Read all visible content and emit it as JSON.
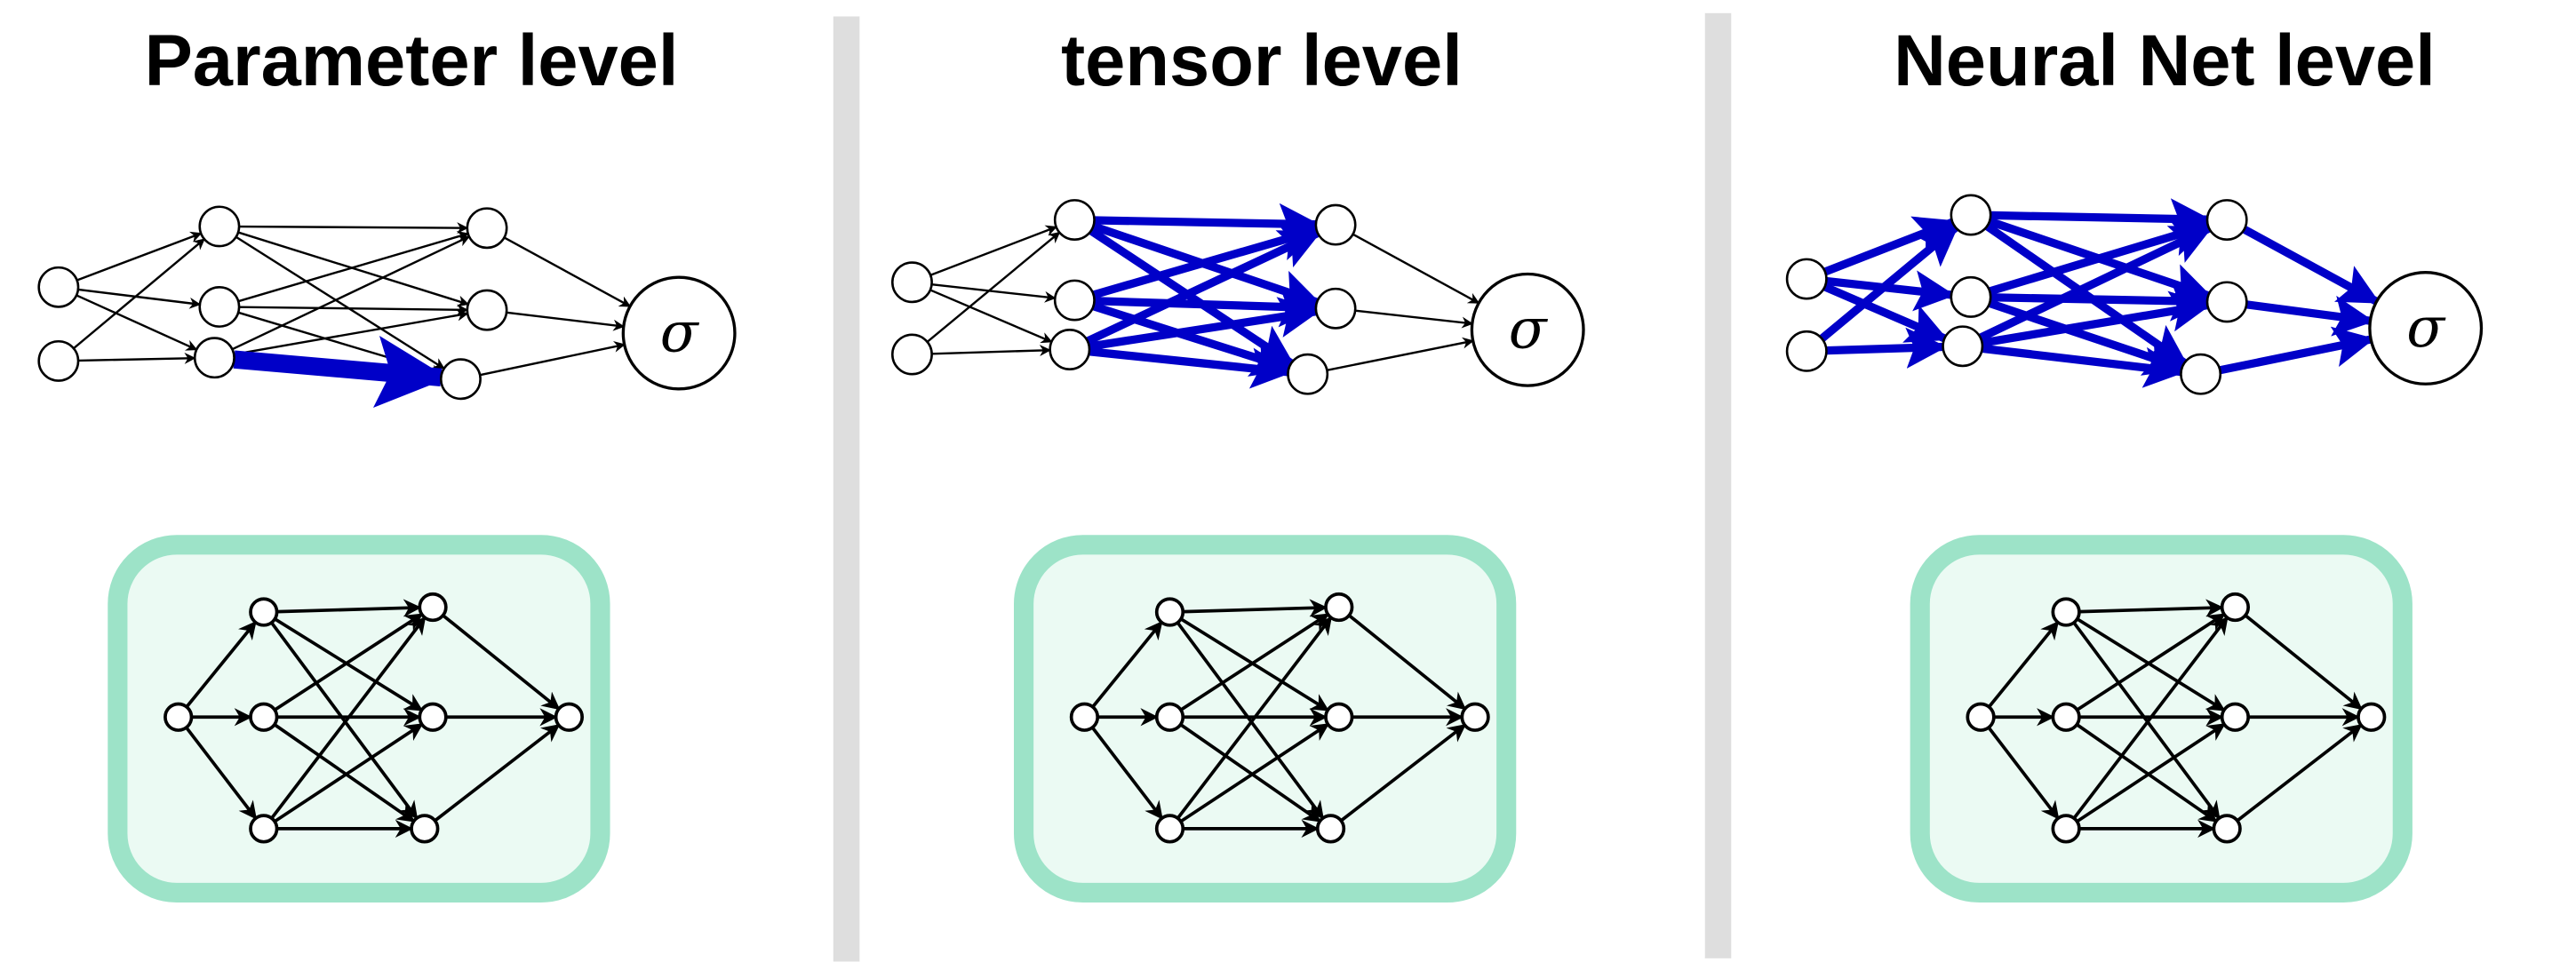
{
  "panels": [
    {
      "title": "Parameter level",
      "highlight": "single-parameter",
      "sigma_label": "σ"
    },
    {
      "title": "tensor level",
      "highlight": "hidden-tensor",
      "sigma_label": "σ"
    },
    {
      "title": "Neural Net level",
      "highlight": "whole-network",
      "sigma_label": "σ"
    }
  ],
  "colors": {
    "highlight": "#0000c8",
    "edge": "#000000",
    "box_border": "#9de3c8",
    "box_fill": "#ebfaf3",
    "divider": "#dedede"
  },
  "network": {
    "layers": [
      2,
      3,
      3,
      1
    ],
    "bottom_layers": [
      1,
      3,
      3,
      1
    ]
  }
}
